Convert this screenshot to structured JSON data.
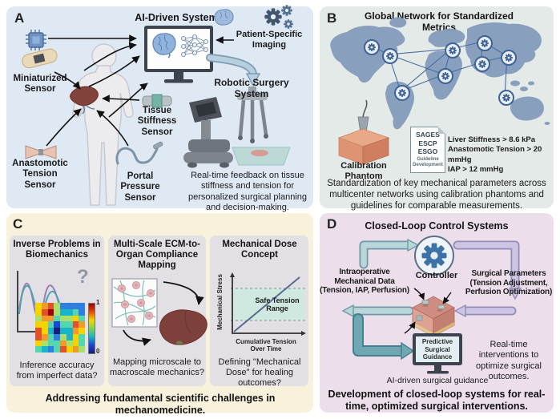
{
  "panelA": {
    "letter": "A",
    "title": "AI-Driven System",
    "sensor_miniaturized": "Miniaturized Sensor",
    "sensor_tissue": "Tissue Stiffness Sensor",
    "sensor_anastomotic": "Anastomotic Tension Sensor",
    "sensor_portal": "Portal Pressure Sensor",
    "patient_imaging": "Patient-Specific Imaging",
    "robotic_system": "Robotic Surgery System",
    "caption": "Real-time feedback on tissue stiffness and tension for personalized surgical planning and decision-making."
  },
  "panelB": {
    "letter": "B",
    "title": "Global Network for Standardized Metrics",
    "phantom_label": "Calibration Phantom",
    "guideline_orgs": [
      "SAGES",
      "ESCP",
      "ESGO"
    ],
    "guideline_note": "Guideline Development",
    "thresholds": [
      "Liver Stiffness > 8.6 kPa",
      "Anastomotic Tension > 20 mmHg",
      "IAP > 12 mmHg"
    ],
    "caption": "Standardization of key mechanical parameters across multicenter networks using calibration phantoms and guidelines for comparable measurements."
  },
  "panelC": {
    "letter": "C",
    "cards": [
      {
        "title": "Inverse Problems in Biomechanics",
        "qmark": "?",
        "cbar_top": "1",
        "cbar_bottom": "0",
        "caption": "Inference accuracy from imperfect data?"
      },
      {
        "title": "Multi-Scale ECM-to-Organ Compliance Mapping",
        "caption": "Mapping microscale to macroscale mechanics?"
      },
      {
        "title": "Mechanical Dose Concept",
        "ylabel": "Mechanical Stress",
        "xlabel": "Cumulative Tension Over Time",
        "band_label": "Safe Tension Range",
        "caption": "Defining \"Mechanical Dose\" for healing outcomes?"
      }
    ],
    "caption": "Addressing fundamental scientific challenges in mechanomedicine."
  },
  "panelD": {
    "letter": "D",
    "title": "Closed-Loop Control Systems",
    "input_label": "Intraoperative Mechanical Data (Tension, IAP, Perfusion)",
    "controller_label": "Controller",
    "output_label": "Surgical Parameters (Tension Adjustment, Perfusion Optimization)",
    "monitor_label": "Predictive Surgical Guidance",
    "monitor_caption": "AI-driven surgical guidance",
    "side_text": "Real-time interventions to optimize surgical outcomes.",
    "caption": "Development of closed-loop systems for real-time, optimized surgical interventions."
  },
  "colors": {
    "panelA_bg": "#dfe9f4",
    "panelB_bg": "#e4eae7",
    "panelC_bg": "#f8f2dc",
    "panelD_bg": "#ecdfeb",
    "card_bg": "#e3e0e5",
    "map_land": "#8199ba",
    "liver": "#7e403a",
    "phantom": "#de9472",
    "teal_arrow": "#b9d6da",
    "purple_arrow": "#cdc5e4",
    "safe_band": "#cfe8e0"
  }
}
